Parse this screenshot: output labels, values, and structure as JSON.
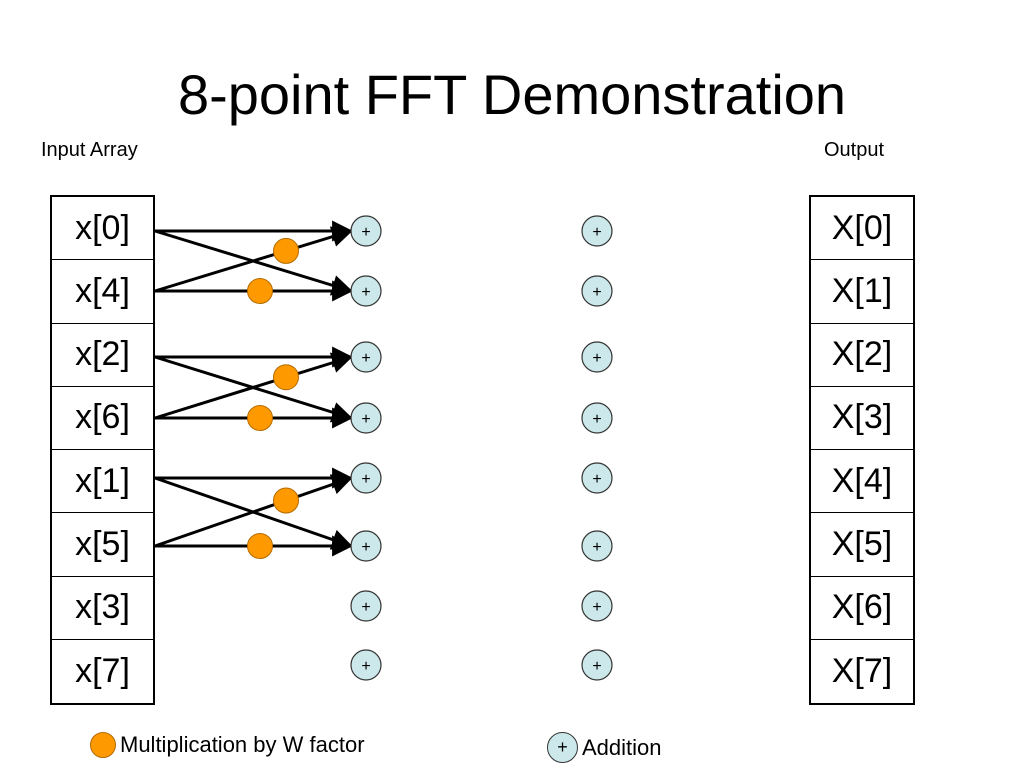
{
  "title": "8-point FFT Demonstration",
  "input_label": "Input Array",
  "output_label": "Output",
  "inputs": [
    "x[0]",
    "x[4]",
    "x[2]",
    "x[6]",
    "x[1]",
    "x[5]",
    "x[3]",
    "x[7]"
  ],
  "outputs": [
    "X[0]",
    "X[1]",
    "X[2]",
    "X[3]",
    "X[4]",
    "X[5]",
    "X[6]",
    "X[7]"
  ],
  "adder_symbol": "+",
  "legend": {
    "multiplication": "Multiplication by W factor",
    "addition": "Addition",
    "add_symbol": "+"
  },
  "colors": {
    "multiplier": "#FF9900",
    "adder_fill": "#CCE8EA",
    "line": "#000000"
  },
  "stages": [
    {
      "butterflies": [
        [
          0,
          1
        ],
        [
          2,
          3
        ],
        [
          4,
          5
        ]
      ]
    }
  ]
}
